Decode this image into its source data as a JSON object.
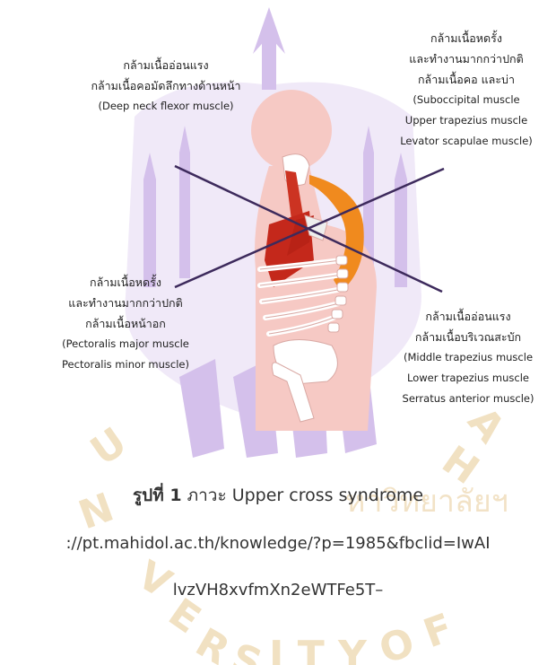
{
  "labels": {
    "top_left": {
      "line1": "กล้ามเนื้ออ่อนแรง",
      "line2": "กล้ามเนื้อคอมัดลึกทางด้านหน้า",
      "line3": "(Deep neck flexor muscle)"
    },
    "top_right": {
      "line1": "กล้ามเนื้อหดรั้ง",
      "line2": "และทำงานมากกว่าปกติ",
      "line3": "กล้ามเนื้อคอ และบ่า",
      "line4": "(Suboccipital muscle",
      "line5": "Upper trapezius muscle",
      "line6": "Levator scapulae muscle)"
    },
    "mid_left": {
      "line1": "กล้ามเนื้อหดรั้ง",
      "line2": "และทำงานมากกว่าปกติ",
      "line3": "กล้ามเนื้อหน้าอก",
      "line4": "(Pectoralis major muscle",
      "line5": "Pectoralis minor muscle)"
    },
    "mid_right": {
      "line1": "กล้ามเนื้ออ่อนแรง",
      "line2": "กล้ามเนื้อบริเวณสะบัก",
      "line3": "(Middle trapezius muscle",
      "line4": "Lower trapezius muscle",
      "line5": "Serratus anterior muscle)"
    }
  },
  "caption": {
    "figure_label": "รูปที่ 1",
    "text": "ภาวะ Upper cross syndrome"
  },
  "source": {
    "line1": "://pt.mahidol.ac.th/knowledge/?p=1985&fbclid=IwAI",
    "line2": "lvzVH8xvfmXn2eWTFe5T–"
  },
  "colors": {
    "watermark": "#c9b3e6",
    "watermark_gold": "#f1e3c6",
    "skin": "#f6c9c4",
    "muscle_red": "#cc3322",
    "muscle_orange": "#f08a1e",
    "skeleton": "#ffffff",
    "cross_lines": "#3d2a5c"
  }
}
